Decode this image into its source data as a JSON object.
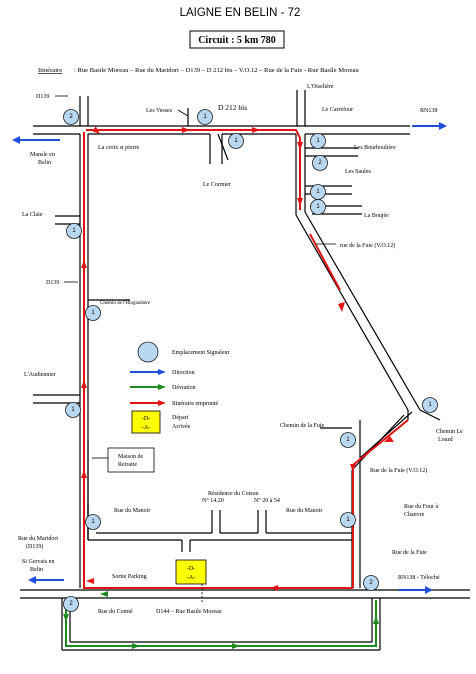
{
  "title": "LAIGNE EN BELIN - 72",
  "circuit": "Circuit : 5 km 780",
  "itinerary": {
    "label": "Itinéraire",
    "text": ": Rue Basile Moreau – Rue du Maridort – D139 – D 212 bis – V.O.12 – Rue de la Fuie -  Rue Basile Moreau"
  },
  "streets": {
    "d139_top": "D139",
    "les_vesses": "Les Vesses",
    "d212bis": "D 212 bis",
    "l_oiseliere": "L'Oiselière",
    "le_carrefour": "Le Carrefour",
    "rn138_top": "RN138",
    "mansle_belin": "Mansle en",
    "mansle_belin2": "Belin",
    "la_croix": "La croix st pierre",
    "le_cormier": "Le Cormier",
    "les_bourbouliere": "Les Bourboulière",
    "les_saules": "Les Saules",
    "la_boujee": "La Boujée",
    "la_claie": "La Claie",
    "rue_fuie_vo12": "rue de la Fuie (V.O.12)",
    "d139_left": "D139",
    "chemin_hinglaubere": "Chemin de l'Hinglaubère",
    "l_audiennier": "L'Audiennier",
    "chemin_fuie": "Chemin de la Fuie",
    "chemin_le_lourd": "Chemin Le",
    "chemin_le_lourd2": "Lourd",
    "maison_retraite": "Maison de",
    "maison_retraite2": "Retraite",
    "rue_fuie_vo12_b": "Rue de la Fuie (V.O.12)",
    "rue_four": "Rue du Four à",
    "rue_four2": "Chanvre",
    "residence": "Résidence du Coteau",
    "residence_no1": "N° 14.20",
    "residence_no2": "N° 20 à 54",
    "rue_manoir_left": "Rue du Manoir",
    "rue_manoir_right": "Rue du Manoir",
    "rue_maridort": "Rue du Maridort",
    "rue_maridort2": "(D139)",
    "rue_fuie": "Rue de la Fuie",
    "st_gervais": "St Gervais en",
    "st_gervais2": "Belin",
    "sortie_parking": "Sortie Parking",
    "rn138_tele": "RN138 - Téloché",
    "rue_comte": "Rue du Comté",
    "d144": "D144 – Rue Basile Moreau"
  },
  "legend": [
    {
      "key": "signaleur",
      "label": "Emplacement Signaleur"
    },
    {
      "key": "direction",
      "label": "Direction",
      "color": "#1f4fd8"
    },
    {
      "key": "deviation",
      "label": "Déviation",
      "color": "#1f8a1f"
    },
    {
      "key": "itineraire",
      "label": "Itinéraire emprunté",
      "color": "#e01414"
    },
    {
      "key": "depart",
      "label": "Départ",
      "label2": "Arrivée",
      "box_line1": "-D-",
      "box_line2": "-A-"
    }
  ],
  "start_box": {
    "line1": "-D-",
    "line2": "-A-"
  },
  "signaleurs": [
    "2",
    "1",
    "1",
    "1",
    "2",
    "1",
    "1",
    "1",
    "1",
    "1",
    "1",
    "1",
    "1",
    "1",
    "1",
    "2",
    "2"
  ],
  "colors": {
    "route": "#e01414",
    "deviation": "#1f8a1f",
    "direction": "#1f4fd8",
    "signaleur": "#b8d7f0",
    "start": "#ffff00"
  }
}
